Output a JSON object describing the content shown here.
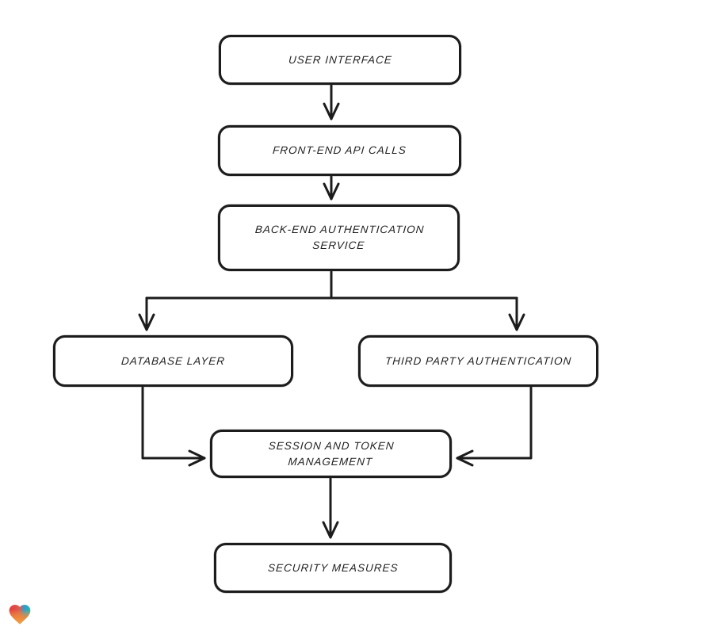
{
  "diagram": {
    "type": "flowchart",
    "style": "hand-drawn",
    "nodes": [
      {
        "id": "user-interface",
        "label": "USER INTERFACE"
      },
      {
        "id": "front-end-api-calls",
        "label": "FRONT-END API CALLS"
      },
      {
        "id": "back-end-auth-service",
        "label": "BACK-END AUTHENTICATION SERVICE"
      },
      {
        "id": "database-layer",
        "label": "DATABASE LAYER"
      },
      {
        "id": "third-party-auth",
        "label": "THIRD PARTY AUTHENTICATION"
      },
      {
        "id": "session-token-management",
        "label": "SESSION AND TOKEN MANAGEMENT"
      },
      {
        "id": "security-measures",
        "label": "SECURITY MEASURES"
      }
    ],
    "edges": [
      {
        "from": "user-interface",
        "to": "front-end-api-calls"
      },
      {
        "from": "front-end-api-calls",
        "to": "back-end-auth-service"
      },
      {
        "from": "back-end-auth-service",
        "to": "database-layer"
      },
      {
        "from": "back-end-auth-service",
        "to": "third-party-auth"
      },
      {
        "from": "database-layer",
        "to": "session-token-management"
      },
      {
        "from": "third-party-auth",
        "to": "session-token-management"
      },
      {
        "from": "session-token-management",
        "to": "security-measures"
      }
    ],
    "colors": {
      "stroke": "#1c1c1c",
      "node_fill": "#ffffff",
      "background": "#ffffff"
    },
    "logo": {
      "name": "heart-logo",
      "gradient_colors": [
        "#e8383b",
        "#f0883c",
        "#f5a33c",
        "#2a9dd1",
        "#29b7a8"
      ]
    }
  }
}
